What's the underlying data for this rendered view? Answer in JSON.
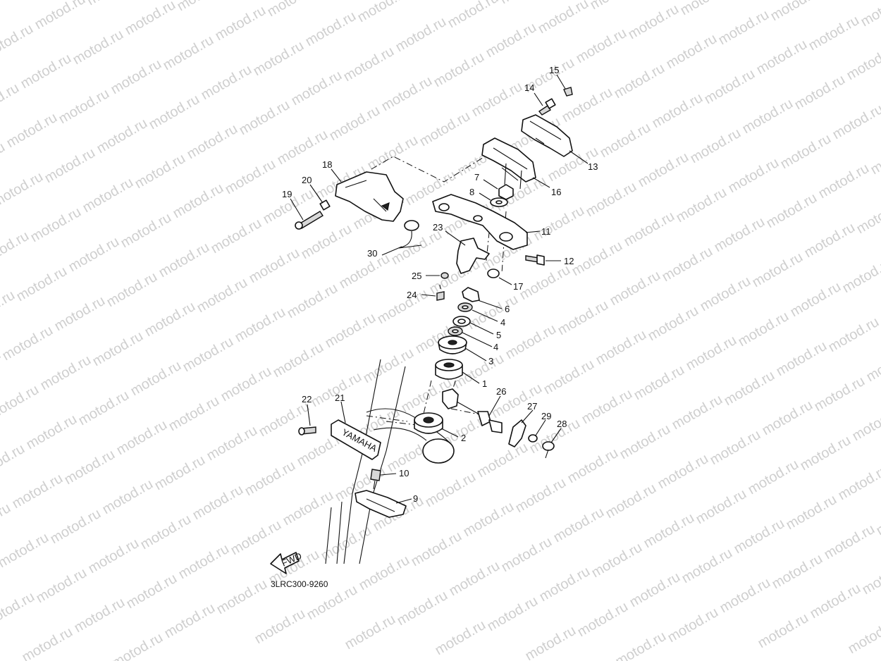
{
  "watermark": {
    "text": "motod.ru"
  },
  "diagram": {
    "code": "3LRC300-9260",
    "fwd_text": "FWD",
    "brand_text": "YAMAHA",
    "labels": {
      "p1": "1",
      "p2": "2",
      "p3": "3",
      "p4a": "4",
      "p4b": "4",
      "p5": "5",
      "p6": "6",
      "p7": "7",
      "p8": "8",
      "p9": "9",
      "p10": "10",
      "p11": "11",
      "p12": "12",
      "p13": "13",
      "p14": "14",
      "p15": "15",
      "p16": "16",
      "p17": "17",
      "p18": "18",
      "p19": "19",
      "p20": "20",
      "p21": "21",
      "p22": "22",
      "p23": "23",
      "p24": "24",
      "p25": "25",
      "p26": "26",
      "p27": "27",
      "p28": "28",
      "p29": "29",
      "p30": "30"
    }
  }
}
